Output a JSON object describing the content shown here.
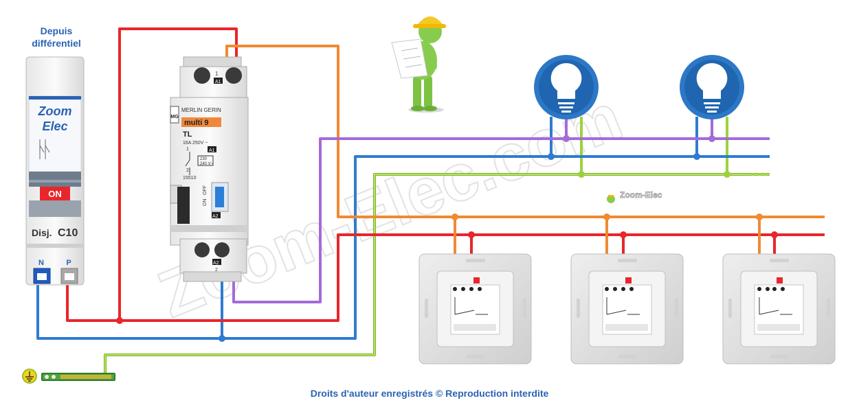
{
  "header": {
    "line1": "Depuis",
    "line2": "différentiel"
  },
  "breaker": {
    "brand_line1": "Zoom",
    "brand_line2": "Elec",
    "state": "ON",
    "model_prefix": "Disj.",
    "model": "C10",
    "terminal_n": "N",
    "terminal_p": "P"
  },
  "relay": {
    "brand": "MERLIN GERIN",
    "logo": "MG",
    "series": "multi 9",
    "type": "TL",
    "rating": "16A 250V ~",
    "ref": "15510",
    "coil_voltage_1": "230",
    "coil_voltage_2": "240 V~",
    "term_top_1": "1",
    "term_top_a1": "A1",
    "term_a1": "A1",
    "term_a2": "A2",
    "term_bottom_a2": "A2",
    "term_bottom_2": "2",
    "contact_1": "1",
    "contact_2": "2",
    "switch_on": "ON",
    "switch_off": "OFF"
  },
  "watermark": {
    "diagonal": "Zoom-Elec.com",
    "small_logo": "Zoom-Elec"
  },
  "footer": {
    "copyright": "Droits d'auteur enregistrés © Reproduction interdite"
  },
  "colors": {
    "phase": "#e8262b",
    "neutral": "#2f7bd0",
    "earth": "#9bd23c",
    "control": "#f08a33",
    "return": "#a46ad9",
    "brand_blue": "#2a63b4"
  },
  "icons": [
    "lamp-icon",
    "lamp-icon",
    "pushbutton-icon",
    "pushbutton-icon",
    "pushbutton-icon",
    "earth-icon",
    "electrician-figure"
  ]
}
